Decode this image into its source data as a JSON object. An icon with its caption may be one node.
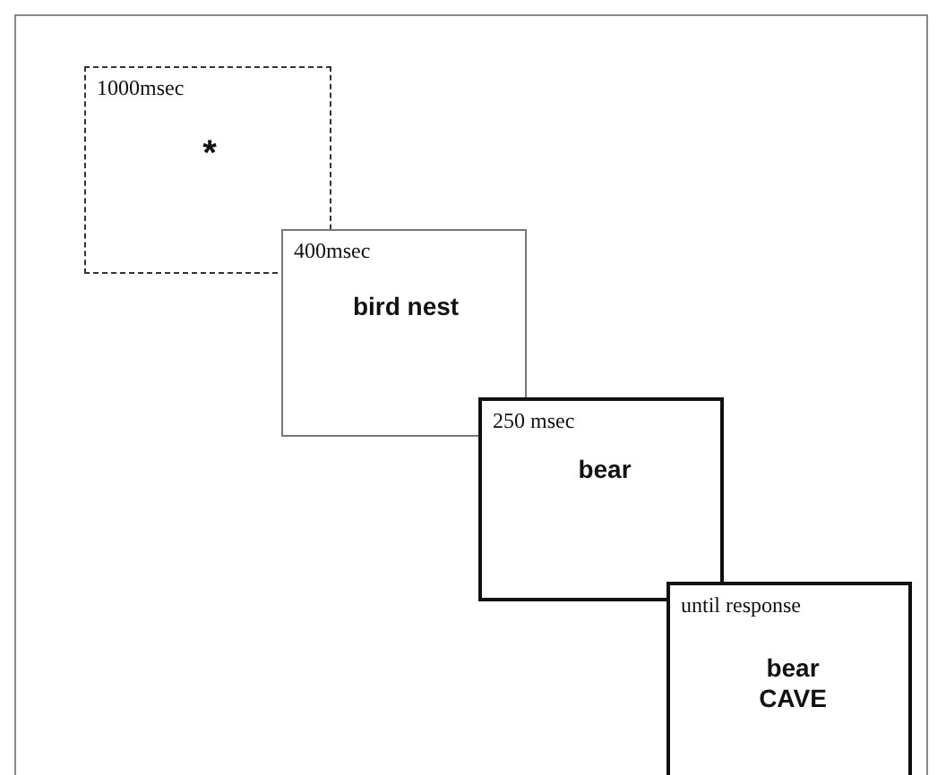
{
  "diagram": {
    "nodes": [
      {
        "text": [
          "1000msec",
          "*"
        ]
      },
      {
        "text": [
          "400msec",
          "bird nest"
        ]
      },
      {
        "text": [
          "250 msec",
          "bear"
        ]
      },
      {
        "text": [
          "until response",
          "bear CAVE"
        ]
      }
    ]
  }
}
